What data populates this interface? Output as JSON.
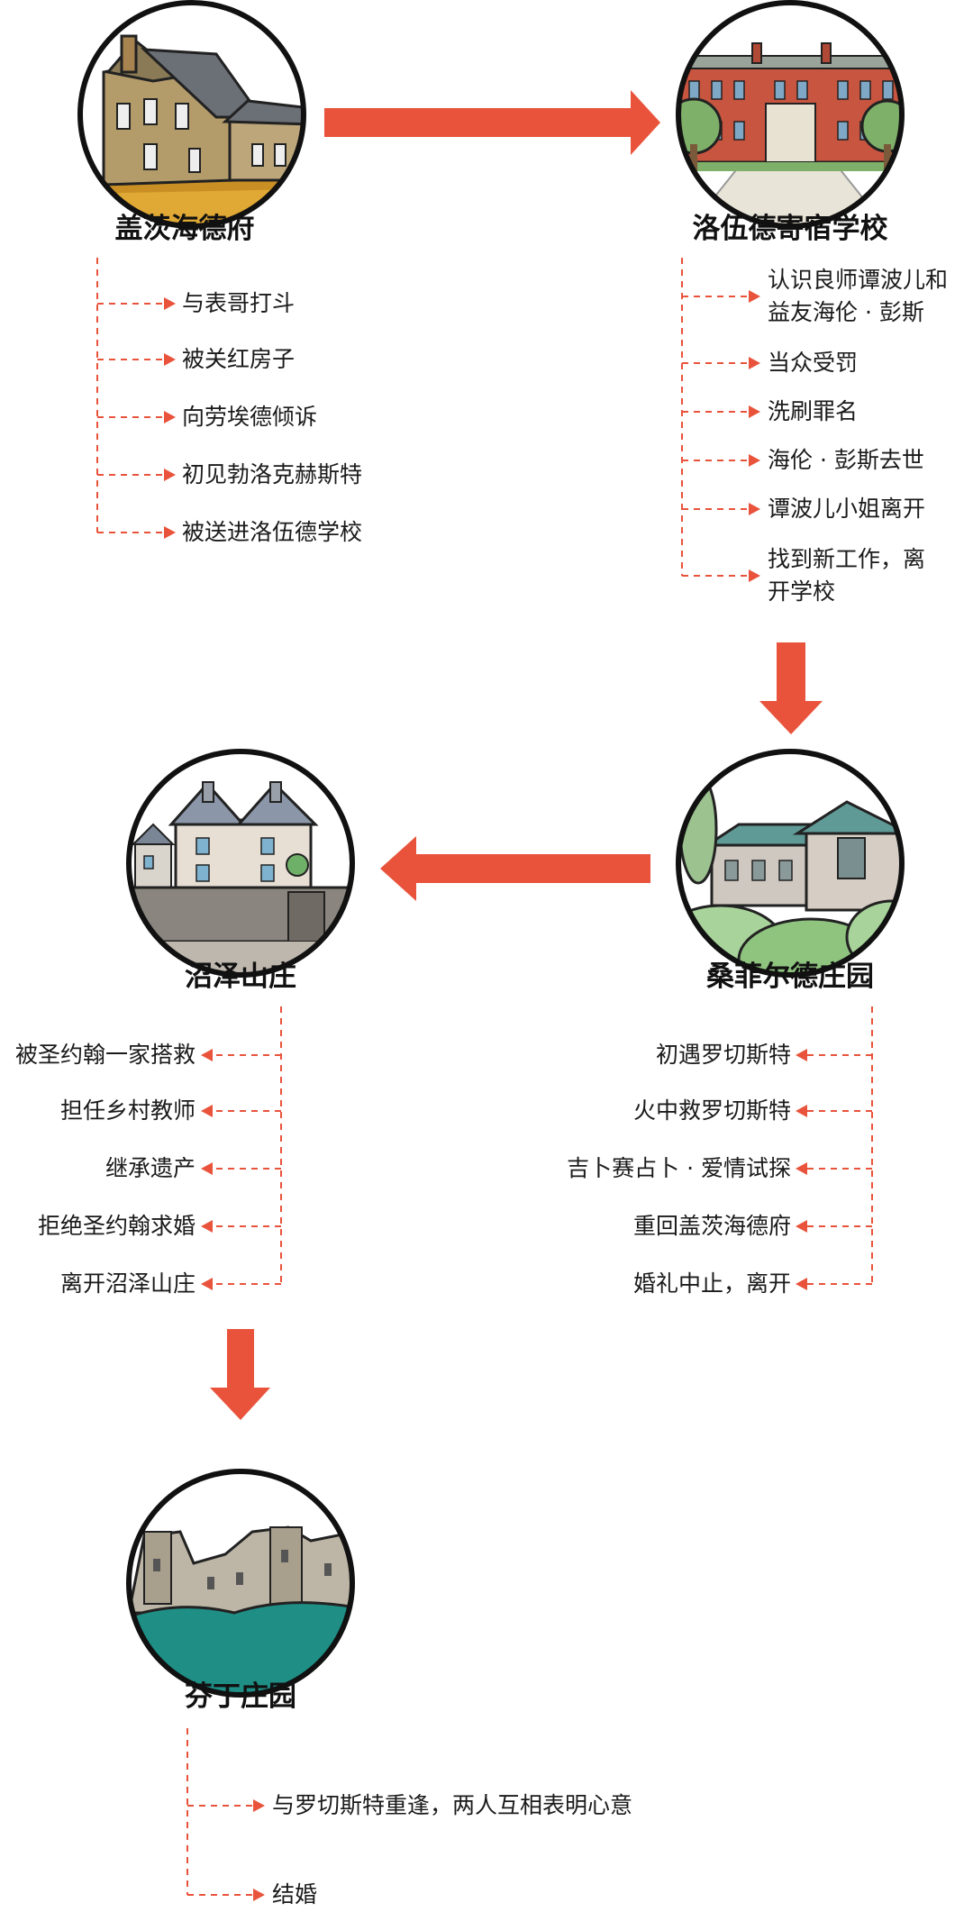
{
  "colors": {
    "accent": "#e9533b",
    "outline": "#111111",
    "text": "#1a1a1a"
  },
  "places": [
    {
      "id": "gateshead",
      "title": "盖茨海德府",
      "illustration": "country-house-icon",
      "events": [
        "与表哥打斗",
        "被关红房子",
        "向劳埃德倾诉",
        "初见勃洛克赫斯特",
        "被送进洛伍德学校"
      ]
    },
    {
      "id": "lowood",
      "title": "洛伍德寄宿学校",
      "illustration": "school-building-icon",
      "events": [
        [
          "认识良师谭波儿和",
          "益友海伦 · 彭斯"
        ],
        [
          "当众受罚"
        ],
        [
          "洗刷罪名"
        ],
        [
          "海伦 · 彭斯去世"
        ],
        [
          "谭波儿小姐离开"
        ],
        [
          "找到新工作，离",
          "开学校"
        ]
      ]
    },
    {
      "id": "thornfield",
      "title": "桑菲尔德庄园",
      "illustration": "manor-house-icon",
      "events": [
        "初遇罗切斯特",
        "火中救罗切斯特",
        "吉卜赛占卜 · 爱情试探",
        "重回盖茨海德府",
        "婚礼中止，离开"
      ]
    },
    {
      "id": "moorhouse",
      "title": "沼泽山庄",
      "illustration": "gabled-house-icon",
      "events": [
        "被圣约翰一家搭救",
        "担任乡村教师",
        "继承遗产",
        "拒绝圣约翰求婚",
        "离开沼泽山庄"
      ]
    },
    {
      "id": "ferndean",
      "title": "芬丁庄园",
      "illustration": "castle-ruin-icon",
      "events": [
        "与罗切斯特重逢，两人互相表明心意",
        "结婚"
      ]
    }
  ]
}
